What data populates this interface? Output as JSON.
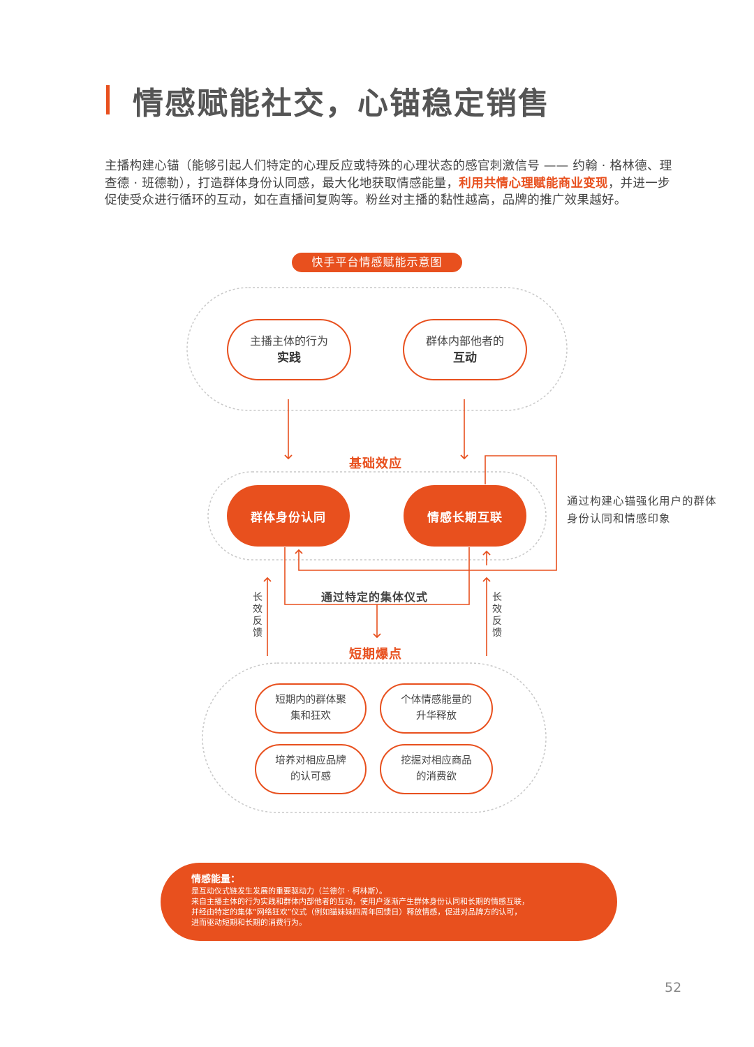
{
  "header": {
    "title": "情感赋能社交，心锚稳定销售"
  },
  "intro": {
    "part1": "主播构建心锚（能够引起人们特定的心理反应或特殊的心理状态的感官刺激信号 —— 约翰 · 格林德、理查德 · 班德勒），打造群体身份认同感，最大化地获取情感能量，",
    "highlight": "利用共情心理赋能商业变现",
    "part2": "，并进一步促使受众进行循环的互动，如在直播间复购等。粉丝对主播的黏性越高，品牌的推广效果越好。"
  },
  "diagram": {
    "title": "快手平台情感赋能示意图",
    "top_nodes": [
      {
        "line1": "主播主体的行为",
        "line2": "实践"
      },
      {
        "line1": "群体内部他者的",
        "line2": "互动"
      }
    ],
    "basic_effect_label": "基础效应",
    "mid_nodes": [
      "群体身份认同",
      "情感长期互联"
    ],
    "side_note": "通过构建心锚强化用户的群体身份认同和情感印象",
    "ritual_label": "通过特定的集体仪式",
    "feedback_label": "长效反馈",
    "burst_label": "短期爆点",
    "bottom_nodes": [
      {
        "line1": "短期内的群体聚",
        "line2": "集和狂欢"
      },
      {
        "line1": "个体情感能量的",
        "line2": "升华释放"
      },
      {
        "line1": "培养对相应品牌",
        "line2": "的认可感"
      },
      {
        "line1": "挖掘对相应商品",
        "line2": "的消费欲"
      }
    ]
  },
  "energy": {
    "heading": "情感能量：",
    "lines": [
      "是互动仪式链发生发展的重要驱动力（兰德尔 · 柯林斯）。",
      "来自主播主体的行为实践和群体内部他者的互动，使用户逐渐产生群体身份认同和长期的情感互联，",
      "并经由特定的集体“网络狂欢”仪式（例如猫妹妹四周年回馈日）释放情感，促进对品牌方的认可，",
      "进而驱动短期和长期的消费行为。"
    ]
  },
  "page_number": "52",
  "colors": {
    "accent": "#e8501e",
    "text": "#444444",
    "dashed": "#c8c8c8"
  }
}
